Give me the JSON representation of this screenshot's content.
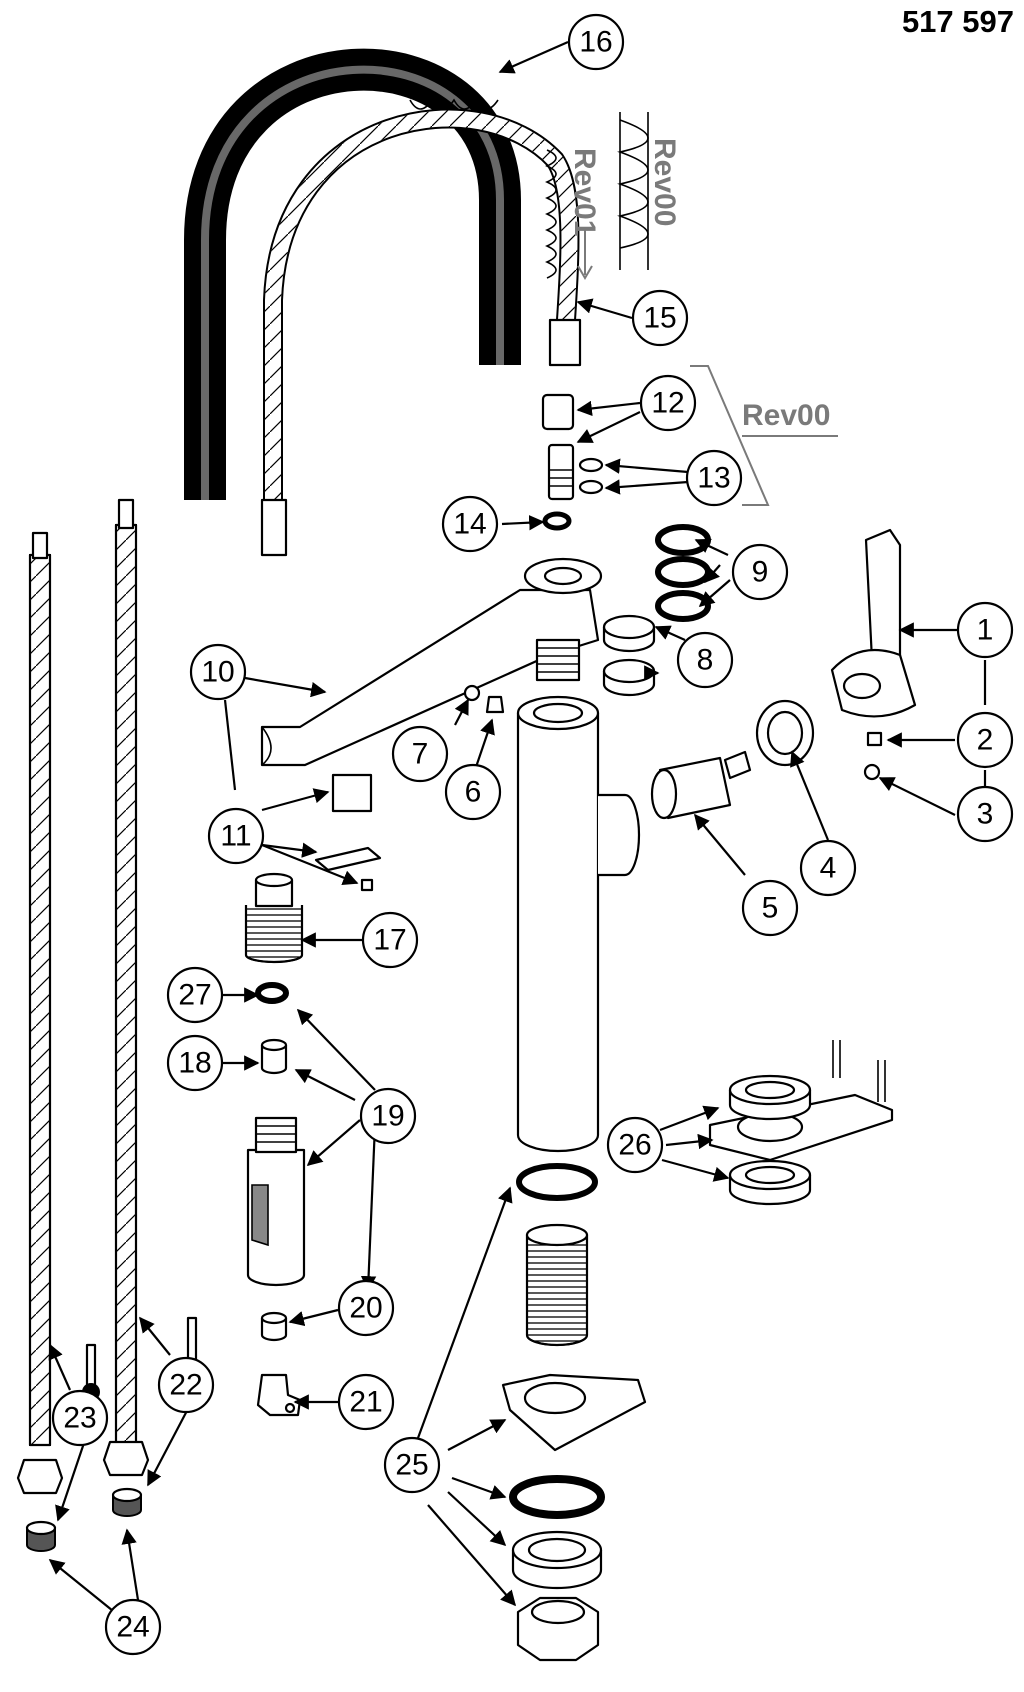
{
  "document": {
    "number": "517 597"
  },
  "revisions": {
    "rev00_spring": "Rev00",
    "rev01_spring": "Rev01",
    "rev00_group": "Rev00"
  },
  "callouts": [
    "1",
    "2",
    "3",
    "4",
    "5",
    "6",
    "7",
    "8",
    "9",
    "10",
    "11",
    "12",
    "13",
    "14",
    "15",
    "16",
    "17",
    "18",
    "19",
    "20",
    "21",
    "22",
    "23",
    "24",
    "25",
    "26",
    "27"
  ],
  "colors": {
    "line": "#000000",
    "revision": "#7a7a7a",
    "background": "#ffffff"
  }
}
